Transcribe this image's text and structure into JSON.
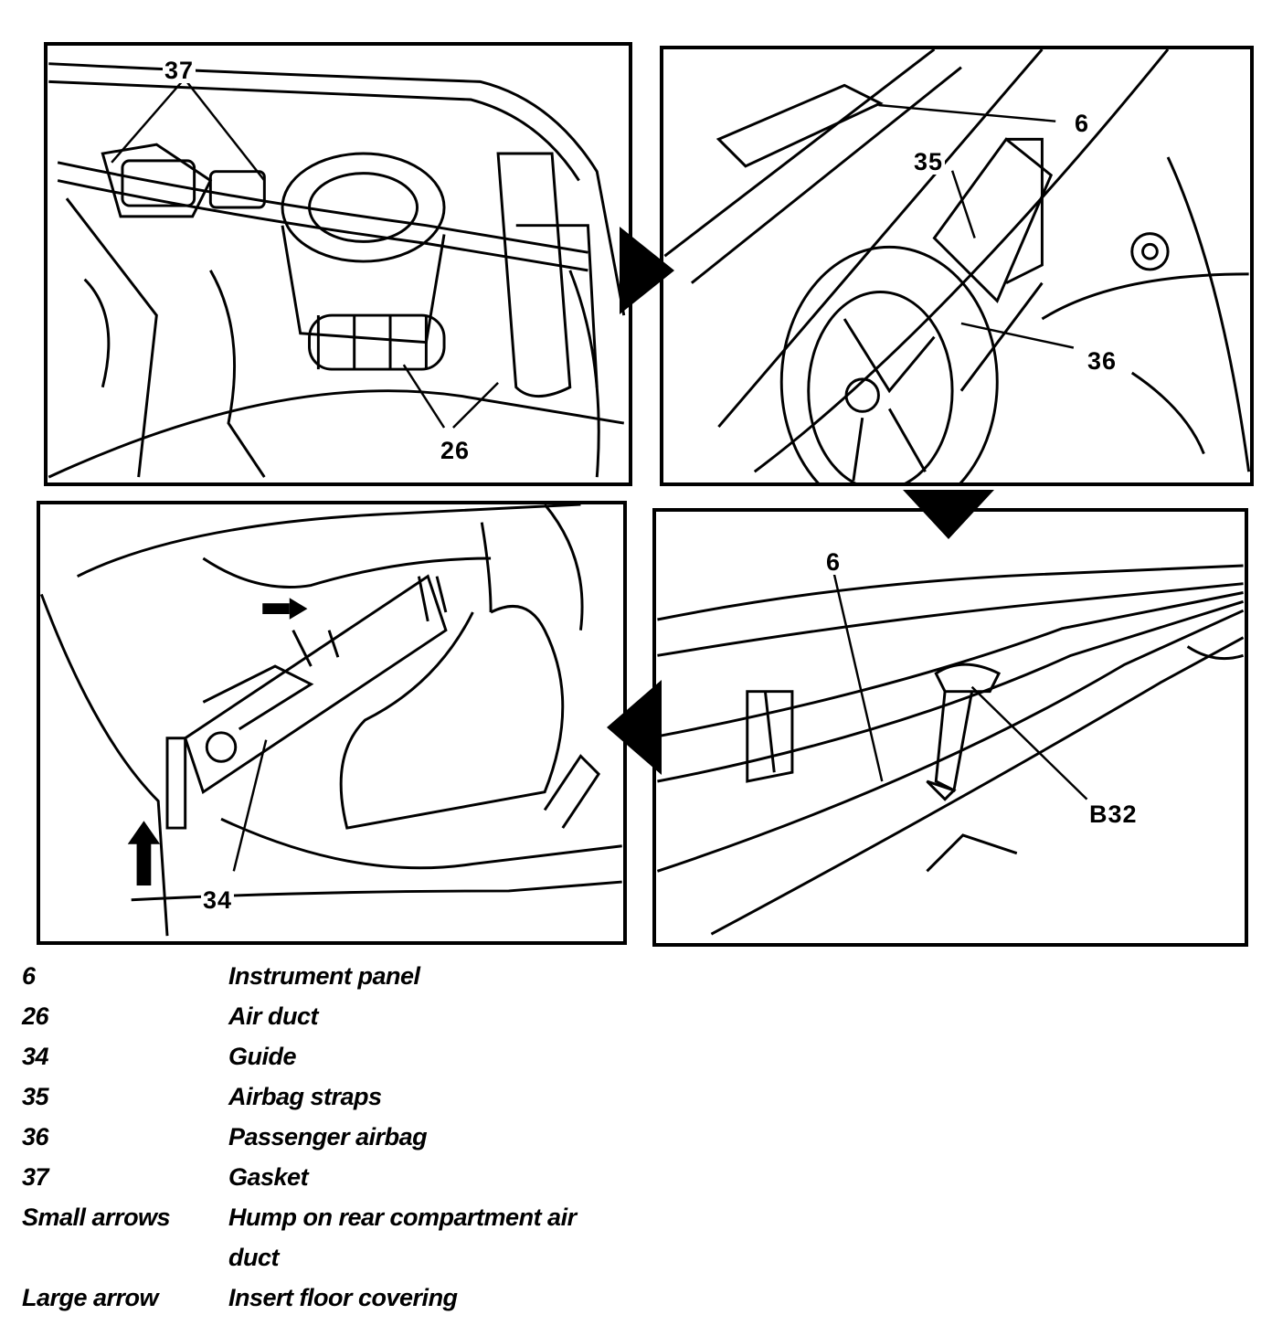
{
  "panels": {
    "top_left": {
      "callouts": [
        "37",
        "26"
      ]
    },
    "top_right": {
      "callouts": [
        "6",
        "35",
        "36"
      ]
    },
    "bottom_left": {
      "callouts": [
        "34"
      ]
    },
    "bottom_right": {
      "callouts": [
        "6",
        "B32"
      ]
    }
  },
  "legend": [
    {
      "key": "6",
      "desc": "Instrument panel"
    },
    {
      "key": "26",
      "desc": "Air duct"
    },
    {
      "key": "34",
      "desc": "Guide"
    },
    {
      "key": "35",
      "desc": "Airbag straps"
    },
    {
      "key": "36",
      "desc": "Passenger airbag"
    },
    {
      "key": "37",
      "desc": "Gasket"
    },
    {
      "key": "Small arrows",
      "desc": "Hump on rear compartment air duct"
    },
    {
      "key": "Large arrow",
      "desc": "Insert floor covering"
    }
  ]
}
